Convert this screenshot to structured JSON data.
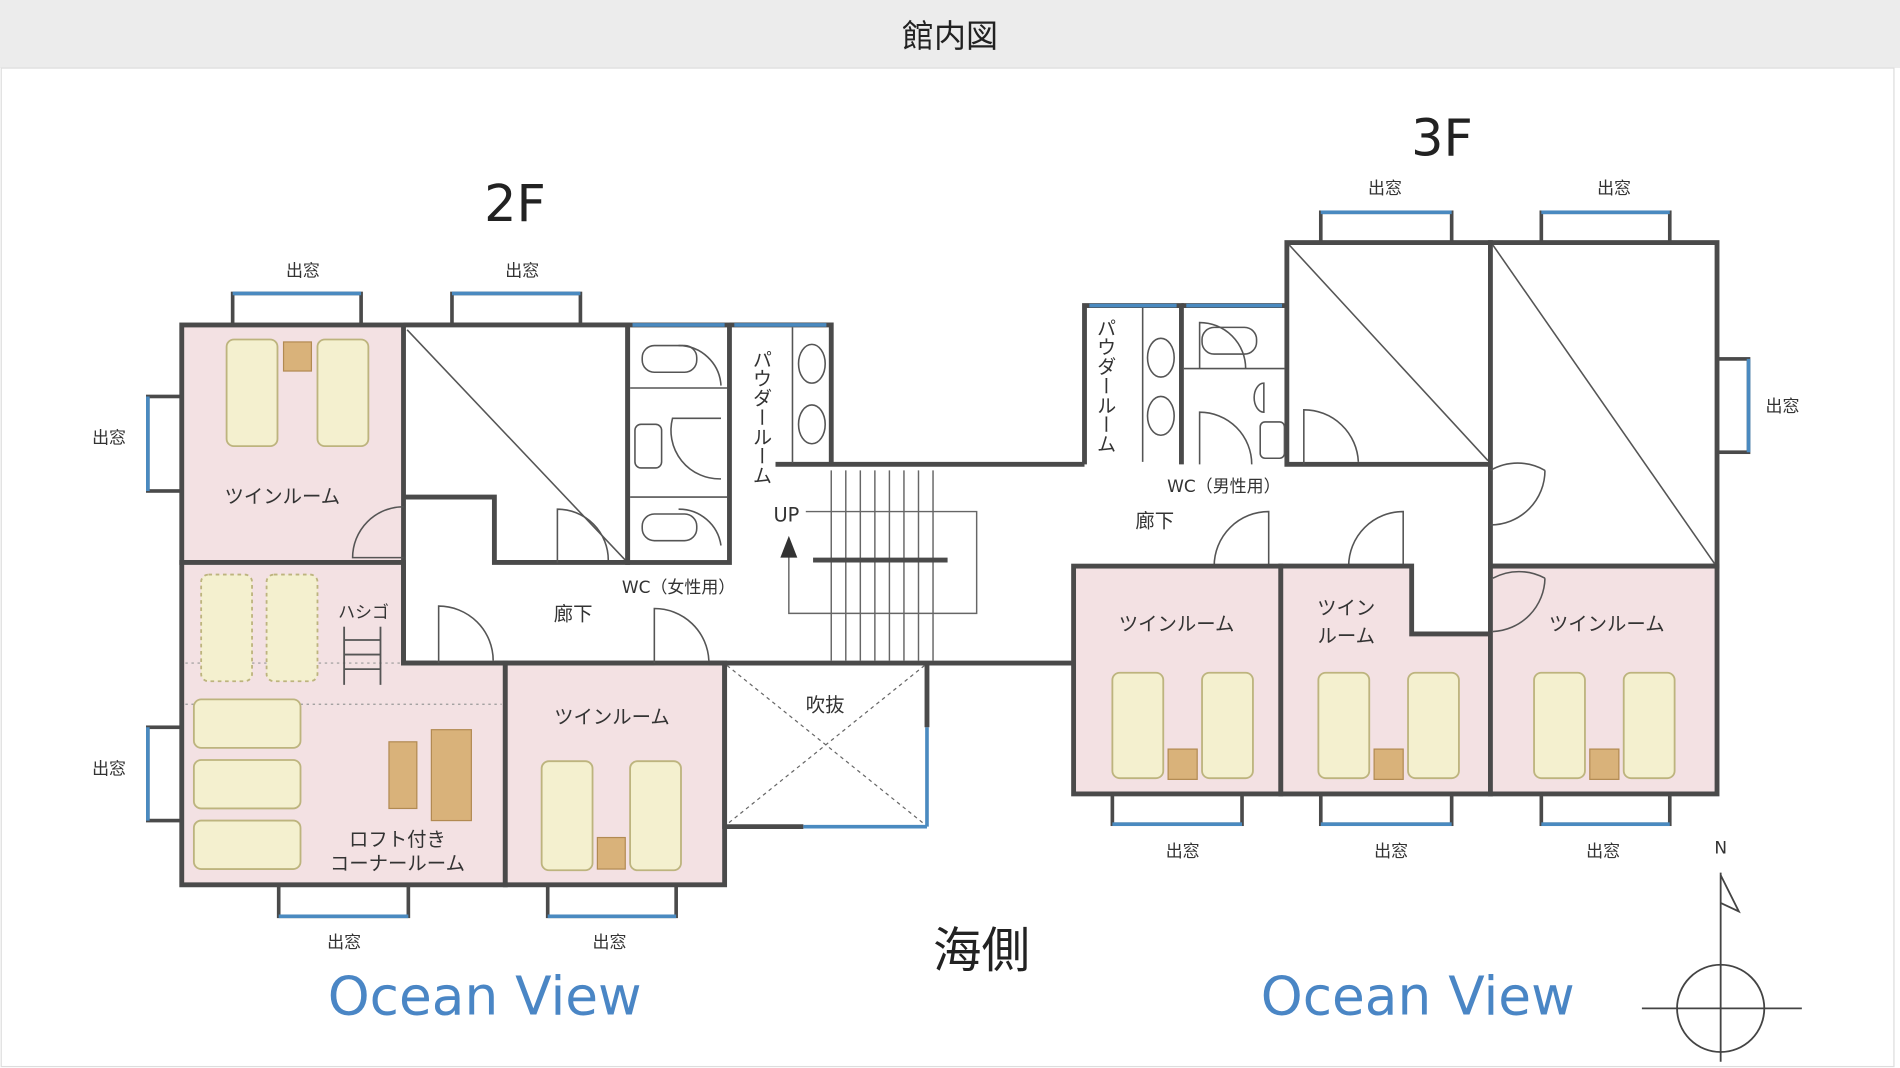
{
  "title": "館内図",
  "floor2": {
    "label": "2F",
    "twin_room": "ツインルーム",
    "twin_room_2": "ツインルーム",
    "loft_line1": "ロフト付き",
    "loft_line2": "コーナールーム",
    "ladder": "ハシゴ",
    "corridor": "廊下",
    "wc": "WC（女性用）",
    "powder_room": "パウダールーム",
    "up": "UP",
    "atrium": "吹抜",
    "bay_window": "出窓",
    "ocean_view": "Ocean View"
  },
  "floor3": {
    "label": "3F",
    "twin_room": "ツインルーム",
    "twin_room_mid_line1": "ツイン",
    "twin_room_mid_line2": "ルーム",
    "twin_room_right": "ツインルーム",
    "corridor": "廊下",
    "wc": "WC（男性用）",
    "powder_room": "パウダールーム",
    "bay_window": "出窓",
    "ocean_view": "Ocean View"
  },
  "sea_side": "海側",
  "compass_north": "N",
  "colors": {
    "room": "#f3e1e3",
    "wall": "#4a4a4a",
    "window": "#4a8ac0",
    "ocean_text": "#4a86c5",
    "bed": "#f4f0cf",
    "furniture": "#d9b27a"
  }
}
